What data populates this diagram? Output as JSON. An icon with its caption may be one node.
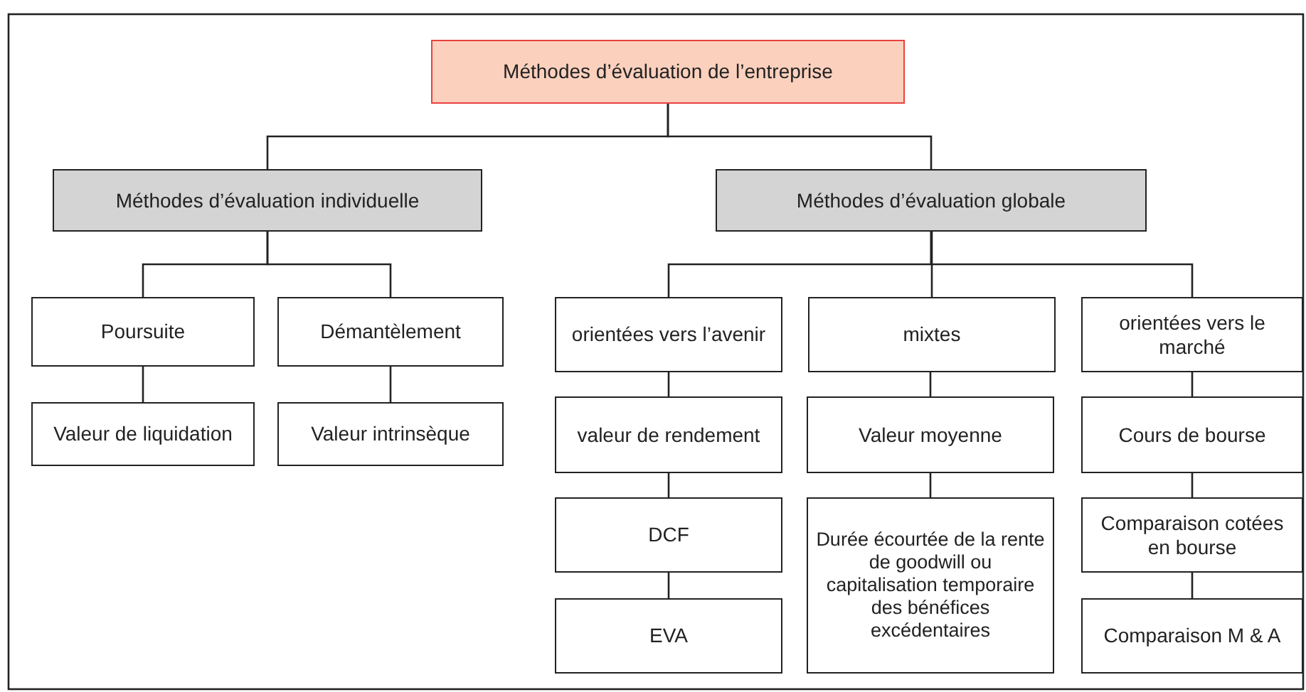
{
  "diagram": {
    "nodes": [
      {
        "text": [
          "Méthodes d’évaluation de l’entreprise"
        ]
      },
      {
        "text": [
          "Méthodes d’évaluation individuelle"
        ]
      },
      {
        "text": [
          "Méthodes d’évaluation globale"
        ]
      },
      {
        "text": [
          "Poursuite"
        ]
      },
      {
        "text": [
          "Démantèlement"
        ]
      },
      {
        "text": [
          "orientées vers l’avenir"
        ]
      },
      {
        "text": [
          "mixtes"
        ]
      },
      {
        "text": [
          "orientées vers le marché"
        ]
      },
      {
        "text": [
          "Valeur de liquidation"
        ]
      },
      {
        "text": [
          "Valeur intrinsèque"
        ]
      },
      {
        "text": [
          "valeur de rendement"
        ]
      },
      {
        "text": [
          "Valeur moyenne"
        ]
      },
      {
        "text": [
          "Cours de bourse"
        ]
      },
      {
        "text": [
          "DCF"
        ]
      },
      {
        "text": [
          "Durée écourtée de la rente de goodwill ou capitalisation temporaire des bénéfices excédentaires"
        ]
      },
      {
        "text": [
          "Comparaison cotées en bourse"
        ]
      },
      {
        "text": [
          "EVA"
        ]
      },
      {
        "text": [
          "Comparaison M & A"
        ]
      }
    ],
    "edges": [
      {
        "from": 0,
        "to": 1,
        "arrow": "none"
      },
      {
        "from": 0,
        "to": 2,
        "arrow": "none"
      },
      {
        "from": 1,
        "to": 3,
        "arrow": "none"
      },
      {
        "from": 1,
        "to": 4,
        "arrow": "none"
      },
      {
        "from": 2,
        "to": 5,
        "arrow": "none"
      },
      {
        "from": 2,
        "to": 6,
        "arrow": "none"
      },
      {
        "from": 2,
        "to": 7,
        "arrow": "none"
      },
      {
        "from": 3,
        "to": 8,
        "arrow": "none"
      },
      {
        "from": 4,
        "to": 9,
        "arrow": "none"
      },
      {
        "from": 5,
        "to": 10,
        "arrow": "none"
      },
      {
        "from": 6,
        "to": 11,
        "arrow": "none"
      },
      {
        "from": 7,
        "to": 12,
        "arrow": "none"
      },
      {
        "from": 10,
        "to": 13,
        "arrow": "none"
      },
      {
        "from": 11,
        "to": 14,
        "arrow": "none"
      },
      {
        "from": 12,
        "to": 15,
        "arrow": "none"
      },
      {
        "from": 13,
        "to": 16,
        "arrow": "none"
      },
      {
        "from": 15,
        "to": 17,
        "arrow": "none"
      }
    ]
  }
}
